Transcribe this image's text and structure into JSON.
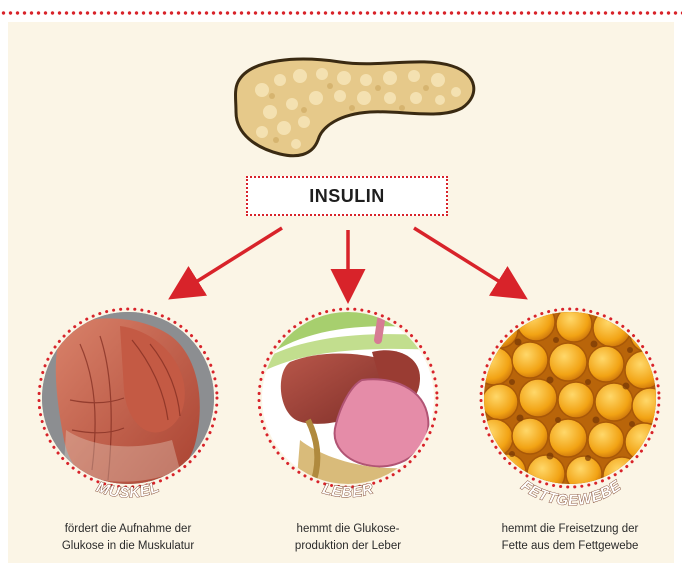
{
  "center_label": "INSULIN",
  "organs": [
    {
      "label": "MUSKEL",
      "caption_lines": [
        "fördert die Aufnahme der",
        "Glukose in die Muskulatur"
      ]
    },
    {
      "label": "LEBER",
      "caption_lines": [
        "hemmt die Glukose-",
        "produktion der Leber"
      ]
    },
    {
      "label": "FETTGEWEBE",
      "caption_lines": [
        "hemmt die Freisetzung der",
        "Fette aus dem Fettgewebe"
      ]
    }
  ],
  "colors": {
    "accent": "#d8232a",
    "background": "#fbf5e6",
    "pancreas": "#e6c98a"
  },
  "icons": [
    "pancreas-illustration",
    "muscle-illustration",
    "liver-illustration",
    "fat-tissue-illustration"
  ]
}
